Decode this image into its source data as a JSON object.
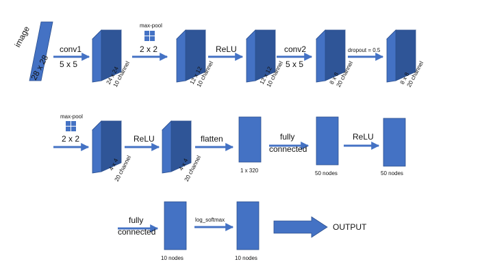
{
  "colors": {
    "front": "#4472C4",
    "side": "#2F5597",
    "top": "#6F93D6",
    "stroke": "#2B4F8E",
    "arrow": "#4472C4"
  },
  "input": {
    "name": "image",
    "size": "28 x 28"
  },
  "row1": {
    "conv1": {
      "name": "conv1",
      "kernel": "5 x 5"
    },
    "maxpool": {
      "name": "max-pool",
      "kernel": "2 x 2"
    },
    "relu": "ReLU",
    "conv2": {
      "name": "conv2",
      "kernel": "5 x 5"
    },
    "dropout": "dropout = 0.5",
    "blocks": [
      {
        "size": "24 x 24",
        "channels": "10 channel"
      },
      {
        "size": "12 x 12",
        "channels": "10 channel"
      },
      {
        "size": "12 x 12",
        "channels": "10 channel"
      },
      {
        "size": "8 x 8",
        "channels": "20 channel"
      },
      {
        "size": "8 x 8",
        "channels": "20 channel"
      }
    ]
  },
  "row2": {
    "maxpool": {
      "name": "max-pool",
      "kernel": "2 x 2"
    },
    "relu1": "ReLU",
    "flatten": "flatten",
    "fc_line1": "fully",
    "fc_line2": "connected",
    "relu2": "ReLU",
    "blocks": [
      {
        "size": "4 x 4",
        "channels": "20 channel"
      },
      {
        "size": "4 x 4",
        "channels": "20 channel"
      }
    ],
    "vectors": [
      "1 x 320",
      "50 nodes",
      "50 nodes"
    ]
  },
  "row3": {
    "fc_line1": "fully",
    "fc_line2": "connected",
    "log_softmax": "log_softmax",
    "output": "OUTPUT",
    "vectors": [
      "10 nodes",
      "10 nodes"
    ]
  }
}
